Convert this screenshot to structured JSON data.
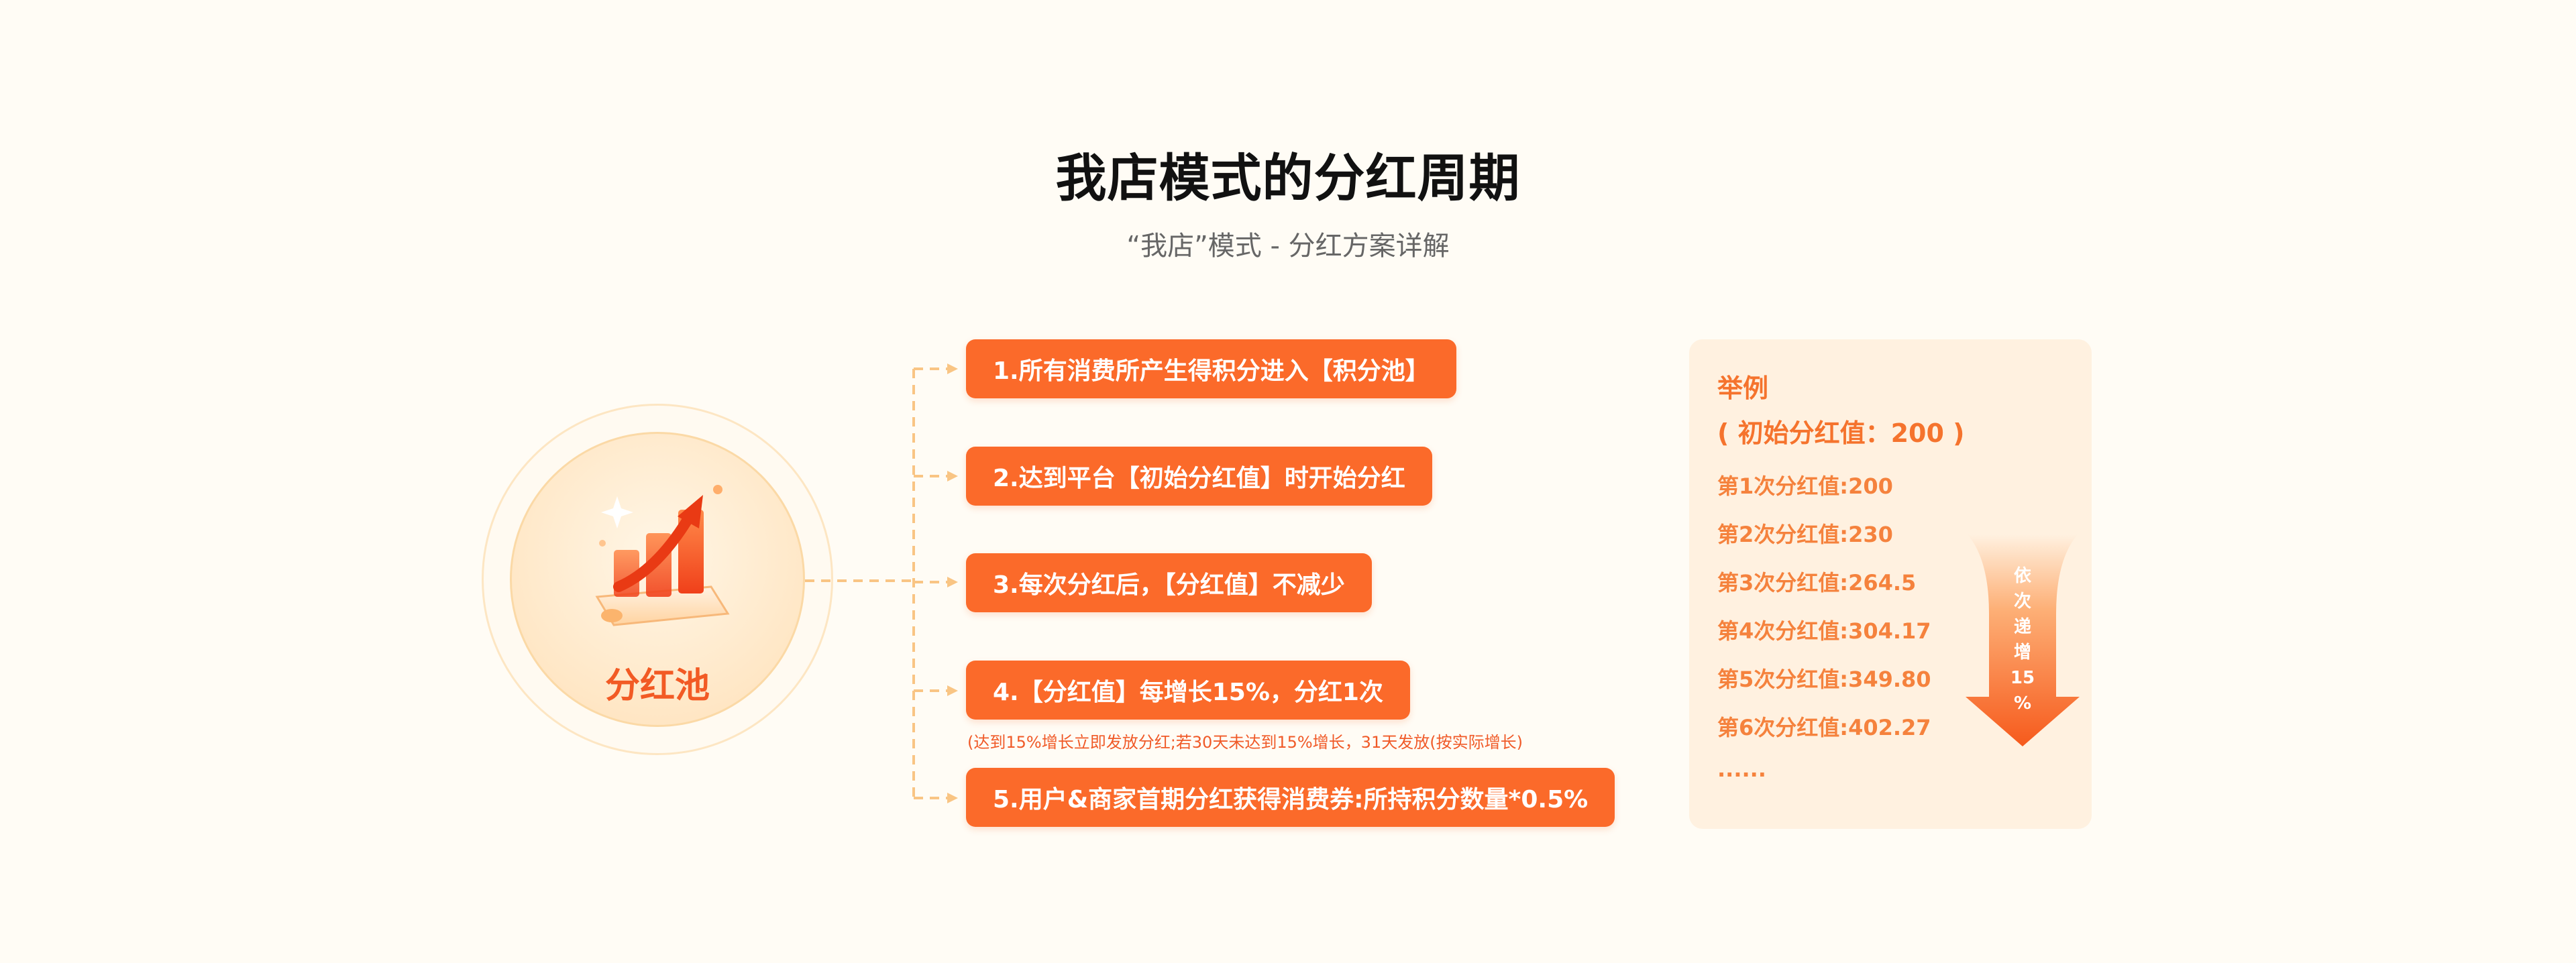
{
  "title": "我店模式的分红周期",
  "subtitle": "“我店”模式 - 分红方案详解",
  "pool": {
    "label": "分红池"
  },
  "steps": [
    {
      "label": "1.所有消费所产生得积分进入【积分池】"
    },
    {
      "label": "2.达到平台【初始分红值】时开始分红"
    },
    {
      "label": "3.每次分红后，【分红值】不减少"
    },
    {
      "label": "4.【分红值】每增长15%，分红1次",
      "note": "(达到15%增长立即发放分红;若30天未达到15%增长，31天发放(按实际增长)"
    },
    {
      "label": "5.用户&商家首期分红获得消费券:所持积分数量*0.5%"
    }
  ],
  "example": {
    "heading": "举例",
    "initial": "( 初始分红值：200 )",
    "items": [
      "第1次分红值:200",
      "第2次分红值:230",
      "第3次分红值:264.5",
      "第4次分红值:304.17",
      "第5次分红值:349.80",
      "第6次分红值:402.27",
      "......"
    ],
    "arrow_chars": [
      "依",
      "次",
      "递",
      "增",
      "15",
      "%"
    ]
  },
  "colors": {
    "accent": "#fb6a2a",
    "pool_text": "#f25a24",
    "example_text": "#f5823d",
    "connector": "#f9c584"
  }
}
